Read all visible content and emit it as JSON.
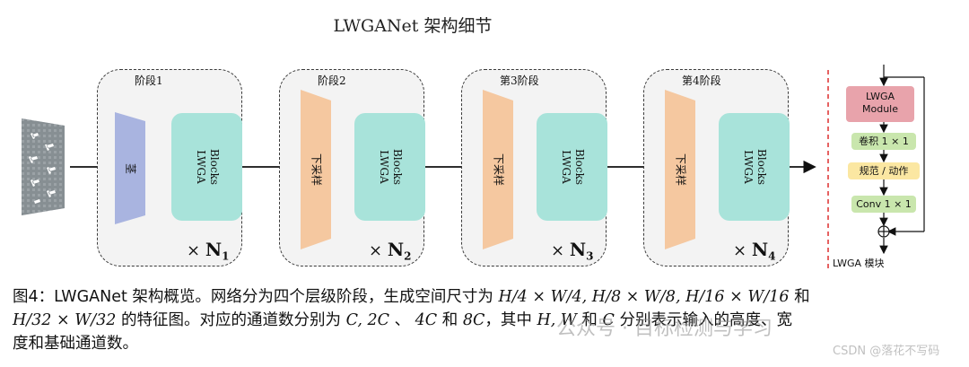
{
  "title": "LWGANet 架构细节",
  "stages": [
    {
      "label": "阶段1",
      "downsample": "茎",
      "blocks_line1": "Blocks",
      "blocks_line2": "LWGA",
      "repeat_x": "×",
      "repeat_n": "N",
      "repeat_sub": "1"
    },
    {
      "label": "阶段2",
      "downsample": "下采样",
      "blocks_line1": "Blocks",
      "blocks_line2": "LWGA",
      "repeat_x": "×",
      "repeat_n": "N",
      "repeat_sub": "2"
    },
    {
      "label": "第3阶段",
      "downsample": "下采样",
      "blocks_line1": "Blocks",
      "blocks_line2": "LWGA",
      "repeat_x": "×",
      "repeat_n": "N",
      "repeat_sub": "3"
    },
    {
      "label": "第4阶段",
      "downsample": "下采样",
      "blocks_line1": "Blocks",
      "blocks_line2": "LWGA",
      "repeat_x": "×",
      "repeat_n": "N",
      "repeat_sub": "4"
    }
  ],
  "module": {
    "lwga_line1": "LWGA",
    "lwga_line2": "Module",
    "conv1": "卷积 1 × 1",
    "norm_act": "规范 / 动作",
    "conv2": "Conv 1 × 1",
    "footer": "LWGA 模块"
  },
  "caption": {
    "line1_a": "图4：LWGANet 架构概览。网络分为四个层级阶段，生成空间尺寸为",
    "line1_b": "和",
    "line2_a": "的特征图。对应的通道数分别为",
    "line2_b": "、",
    "line2_c": "和",
    "line2_d": "，其中",
    "line2_e": "和",
    "line2_f": "分别表示输入的高度、宽",
    "line3": "度和基础通道数。",
    "sizes": [
      {
        "hn": "H",
        "hd": "4",
        "wn": "W",
        "wd": "4"
      },
      {
        "hn": "H",
        "hd": "8",
        "wn": "W",
        "wd": "8"
      },
      {
        "hn": "H",
        "hd": "16",
        "wn": "W",
        "wd": "16"
      },
      {
        "hn": "H",
        "hd": "32",
        "wn": "W",
        "wd": "32"
      }
    ],
    "channels_a": "C, 2C",
    "channels_b": "4C",
    "channels_c": "8C",
    "hw": "H, W",
    "c": "C"
  },
  "watermark_public": "公众号 · 目标检测与学习",
  "watermark_csdn": "CSDN @落花不写码",
  "colors": {
    "stem": "#a9b4e0",
    "downsample": "#f5c8a0",
    "blocks": "#a8e3da",
    "lwga_module": "#e8a3ab",
    "conv": "#c9e6ad",
    "norm": "#fbe7a2",
    "divider": "#e03b3b"
  }
}
